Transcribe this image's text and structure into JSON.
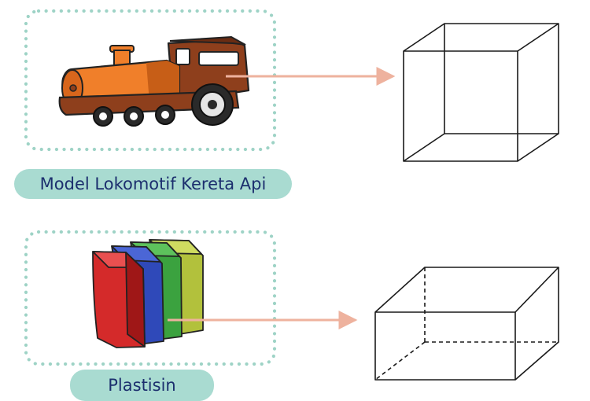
{
  "items": [
    {
      "label": "Model Lokomotif Kereta Api",
      "object": "toy-train-locomotive",
      "shape": "cube"
    },
    {
      "label": "Plastisin",
      "object": "plasticine-blocks",
      "shape": "rectangular-prism"
    }
  ],
  "colors": {
    "dotted_frame": "#9ed3c6",
    "label_background": "#a9dbd1",
    "label_text": "#1c2f6e",
    "arrow": "#eeb29e",
    "train_orange": "#f07f2a",
    "train_brown": "#8e3f1c",
    "plasticine": [
      "#d42a2a",
      "#2f49b9",
      "#3ba23f",
      "#b2c13c"
    ]
  }
}
